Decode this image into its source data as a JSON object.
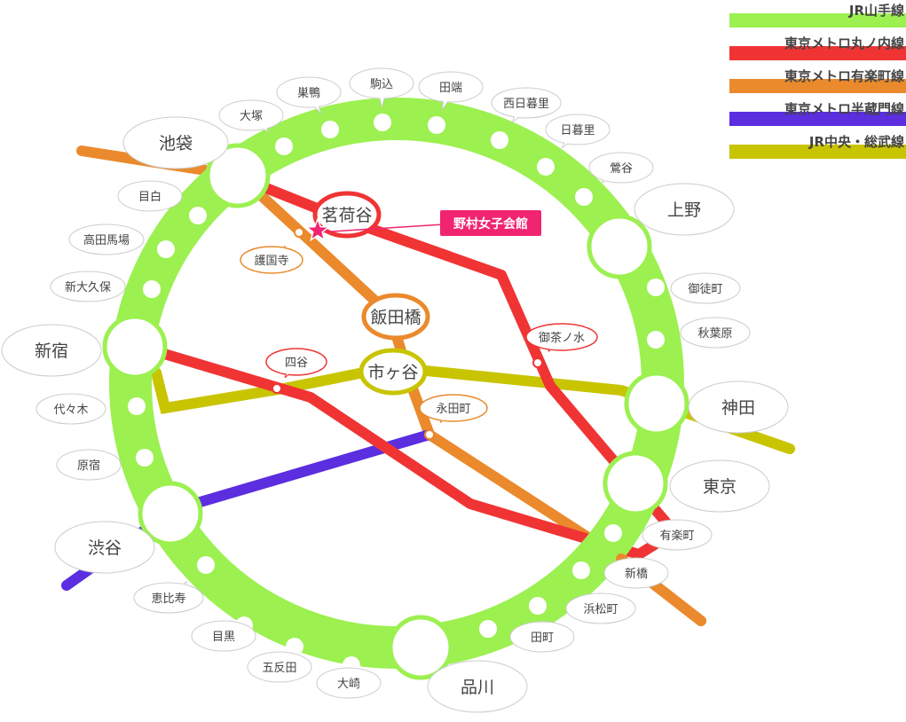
{
  "legend": [
    {
      "label": "JR山手線",
      "color": "#9cf050"
    },
    {
      "label": "東京メトロ丸ノ内線",
      "color": "#f03434"
    },
    {
      "label": "東京メトロ有楽町線",
      "color": "#ea8a2c"
    },
    {
      "label": "東京メトロ半蔵門線",
      "color": "#5b2ee0"
    },
    {
      "label": "JR中央・総武線",
      "color": "#c8c400"
    }
  ],
  "yamanote_stations": [
    "池袋",
    "大塚",
    "巣鴨",
    "駒込",
    "田端",
    "西日暮里",
    "日暮里",
    "鶯谷",
    "上野",
    "御徒町",
    "秋葉原",
    "神田",
    "東京",
    "有楽町",
    "新橋",
    "浜松町",
    "田町",
    "品川",
    "大崎",
    "五反田",
    "目黒",
    "恵比寿",
    "渋谷",
    "原宿",
    "代々木",
    "新宿",
    "新大久保",
    "高田馬場",
    "目白"
  ],
  "inner_stations": {
    "myogadani": "茗荷谷",
    "iidabashi": "飯田橋",
    "ichigaya": "市ヶ谷",
    "gokokuji": "護国寺",
    "ochanomizu": "御茶ノ水",
    "yotsuya": "四谷",
    "nagatacho": "永田町"
  },
  "highlight_label": "野村女子会館",
  "colors": {
    "yamanote": "#9cf050",
    "marunouchi": "#f03434",
    "yurakucho": "#ea8a2c",
    "hanzomon": "#5b2ee0",
    "chuo": "#c8c400",
    "highlight": "#f02470"
  }
}
